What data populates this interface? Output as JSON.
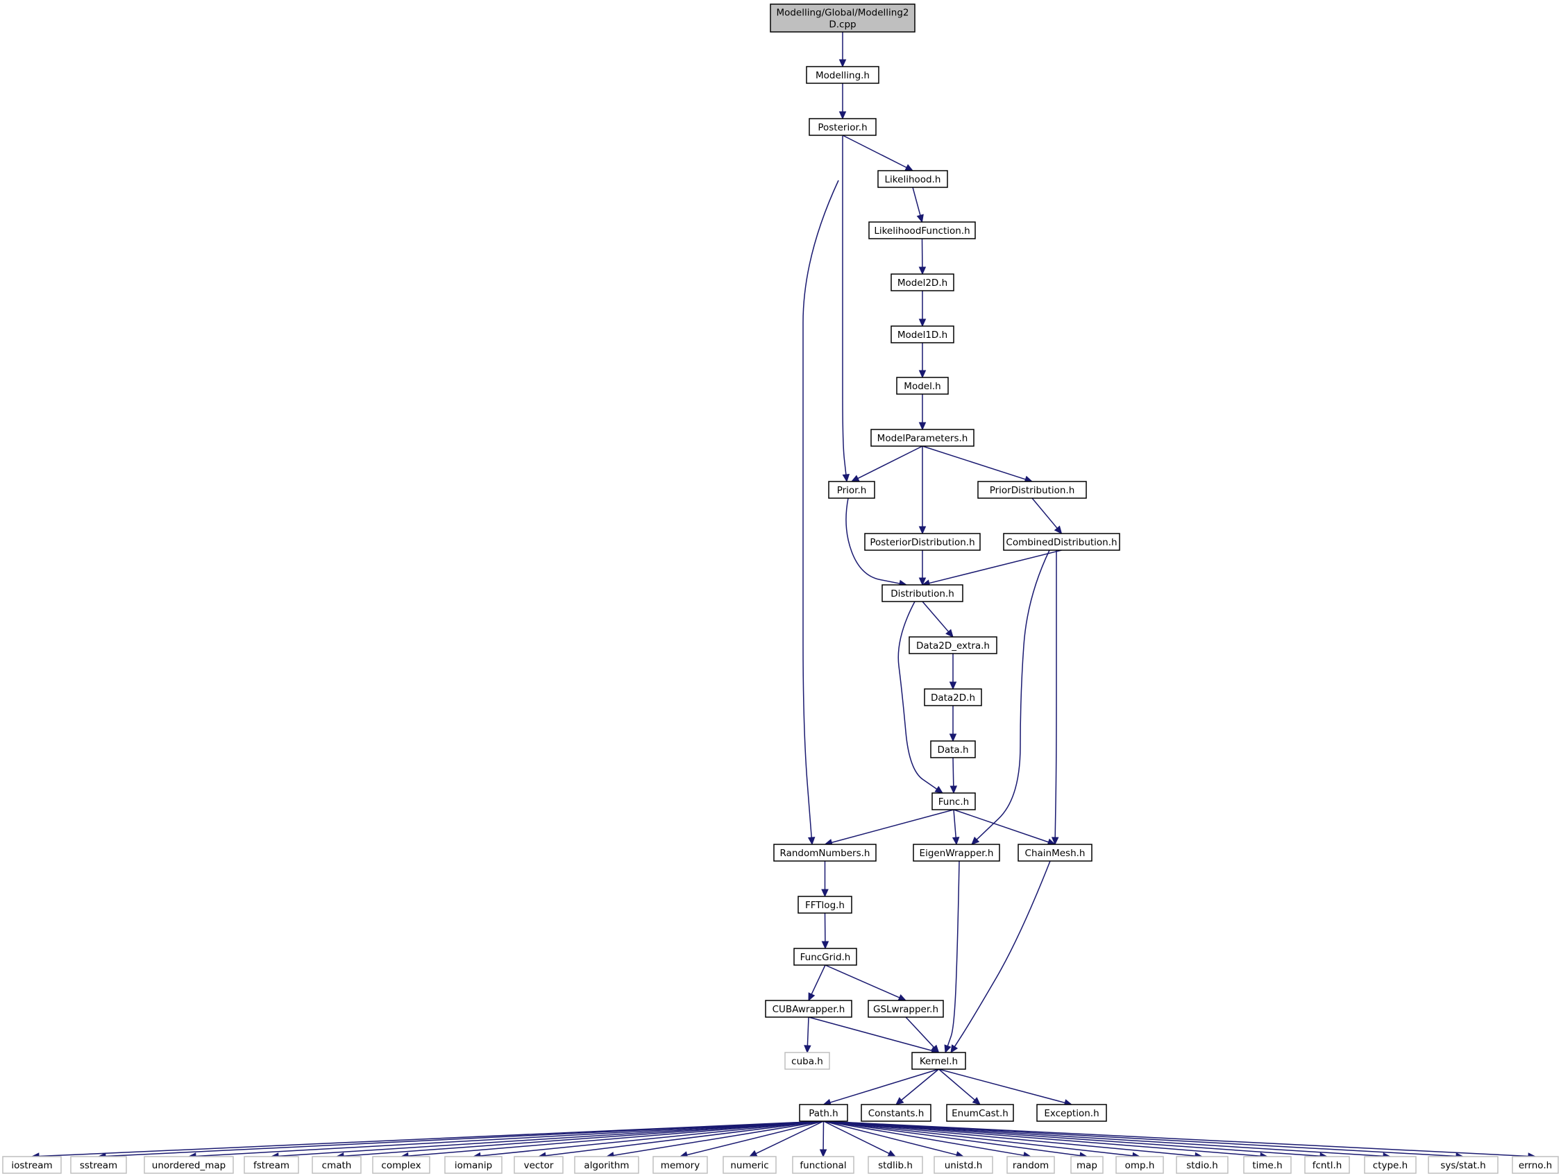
{
  "colors": {
    "edge": "#191970",
    "root_fill": "#bfbfbf",
    "node_border": "#000000",
    "external_border": "#bfbfbf",
    "background": "#ffffff"
  },
  "nodes": {
    "root": {
      "lines": [
        "Modelling/Global/Modelling2",
        "D.cpp"
      ],
      "kind": "root"
    },
    "modelling": {
      "lines": [
        "Modelling.h"
      ],
      "kind": "internal"
    },
    "posterior": {
      "lines": [
        "Posterior.h"
      ],
      "kind": "internal"
    },
    "likelihood": {
      "lines": [
        "Likelihood.h"
      ],
      "kind": "internal"
    },
    "likelihoodfunction": {
      "lines": [
        "LikelihoodFunction.h"
      ],
      "kind": "internal"
    },
    "model2d": {
      "lines": [
        "Model2D.h"
      ],
      "kind": "internal"
    },
    "model1d": {
      "lines": [
        "Model1D.h"
      ],
      "kind": "internal"
    },
    "model": {
      "lines": [
        "Model.h"
      ],
      "kind": "internal"
    },
    "modelparameters": {
      "lines": [
        "ModelParameters.h"
      ],
      "kind": "internal"
    },
    "prior": {
      "lines": [
        "Prior.h"
      ],
      "kind": "internal"
    },
    "priordistribution": {
      "lines": [
        "PriorDistribution.h"
      ],
      "kind": "internal"
    },
    "posteriordistribution": {
      "lines": [
        "PosteriorDistribution.h"
      ],
      "kind": "internal"
    },
    "combineddistribution": {
      "lines": [
        "CombinedDistribution.h"
      ],
      "kind": "internal"
    },
    "distribution": {
      "lines": [
        "Distribution.h"
      ],
      "kind": "internal"
    },
    "data2d_extra": {
      "lines": [
        "Data2D_extra.h"
      ],
      "kind": "internal"
    },
    "data2d": {
      "lines": [
        "Data2D.h"
      ],
      "kind": "internal"
    },
    "data": {
      "lines": [
        "Data.h"
      ],
      "kind": "internal"
    },
    "func": {
      "lines": [
        "Func.h"
      ],
      "kind": "internal"
    },
    "randomnumbers": {
      "lines": [
        "RandomNumbers.h"
      ],
      "kind": "internal"
    },
    "eigenwrapper": {
      "lines": [
        "EigenWrapper.h"
      ],
      "kind": "internal"
    },
    "chainmesh": {
      "lines": [
        "ChainMesh.h"
      ],
      "kind": "internal"
    },
    "fftlog": {
      "lines": [
        "FFTlog.h"
      ],
      "kind": "internal"
    },
    "funcgrid": {
      "lines": [
        "FuncGrid.h"
      ],
      "kind": "internal"
    },
    "cubawrapper": {
      "lines": [
        "CUBAwrapper.h"
      ],
      "kind": "internal"
    },
    "gslwrapper": {
      "lines": [
        "GSLwrapper.h"
      ],
      "kind": "internal"
    },
    "cuba": {
      "lines": [
        "cuba.h"
      ],
      "kind": "external"
    },
    "kernel": {
      "lines": [
        "Kernel.h"
      ],
      "kind": "internal"
    },
    "path": {
      "lines": [
        "Path.h"
      ],
      "kind": "internal"
    },
    "constants": {
      "lines": [
        "Constants.h"
      ],
      "kind": "internal"
    },
    "enumcast": {
      "lines": [
        "EnumCast.h"
      ],
      "kind": "internal"
    },
    "exception": {
      "lines": [
        "Exception.h"
      ],
      "kind": "internal"
    },
    "iostream": {
      "lines": [
        "iostream"
      ],
      "kind": "external"
    },
    "sstream": {
      "lines": [
        "sstream"
      ],
      "kind": "external"
    },
    "unordered_map": {
      "lines": [
        "unordered_map"
      ],
      "kind": "external"
    },
    "fstream": {
      "lines": [
        "fstream"
      ],
      "kind": "external"
    },
    "cmath": {
      "lines": [
        "cmath"
      ],
      "kind": "external"
    },
    "complex": {
      "lines": [
        "complex"
      ],
      "kind": "external"
    },
    "iomanip": {
      "lines": [
        "iomanip"
      ],
      "kind": "external"
    },
    "vector": {
      "lines": [
        "vector"
      ],
      "kind": "external"
    },
    "algorithm": {
      "lines": [
        "algorithm"
      ],
      "kind": "external"
    },
    "memory": {
      "lines": [
        "memory"
      ],
      "kind": "external"
    },
    "numeric": {
      "lines": [
        "numeric"
      ],
      "kind": "external"
    },
    "functional": {
      "lines": [
        "functional"
      ],
      "kind": "external"
    },
    "stdlib_h": {
      "lines": [
        "stdlib.h"
      ],
      "kind": "external"
    },
    "unistd_h": {
      "lines": [
        "unistd.h"
      ],
      "kind": "external"
    },
    "random": {
      "lines": [
        "random"
      ],
      "kind": "external"
    },
    "map": {
      "lines": [
        "map"
      ],
      "kind": "external"
    },
    "omp_h": {
      "lines": [
        "omp.h"
      ],
      "kind": "external"
    },
    "stdio_h": {
      "lines": [
        "stdio.h"
      ],
      "kind": "external"
    },
    "time_h": {
      "lines": [
        "time.h"
      ],
      "kind": "external"
    },
    "fcntl_h": {
      "lines": [
        "fcntl.h"
      ],
      "kind": "external"
    },
    "ctype_h": {
      "lines": [
        "ctype.h"
      ],
      "kind": "external"
    },
    "sys_stat_h": {
      "lines": [
        "sys/stat.h"
      ],
      "kind": "external"
    },
    "errno_h": {
      "lines": [
        "errno.h"
      ],
      "kind": "external"
    }
  },
  "edges": [
    [
      "root",
      "modelling"
    ],
    [
      "modelling",
      "posterior"
    ],
    [
      "posterior",
      "randomnumbers"
    ],
    [
      "posterior",
      "prior"
    ],
    [
      "posterior",
      "likelihood"
    ],
    [
      "likelihood",
      "likelihoodfunction"
    ],
    [
      "likelihoodfunction",
      "model2d"
    ],
    [
      "model2d",
      "model1d"
    ],
    [
      "model1d",
      "model"
    ],
    [
      "model",
      "modelparameters"
    ],
    [
      "modelparameters",
      "prior"
    ],
    [
      "modelparameters",
      "posteriordistribution"
    ],
    [
      "modelparameters",
      "priordistribution"
    ],
    [
      "prior",
      "distribution"
    ],
    [
      "priordistribution",
      "combineddistribution"
    ],
    [
      "posteriordistribution",
      "distribution"
    ],
    [
      "combineddistribution",
      "distribution"
    ],
    [
      "combineddistribution",
      "eigenwrapper"
    ],
    [
      "combineddistribution",
      "chainmesh"
    ],
    [
      "distribution",
      "func"
    ],
    [
      "distribution",
      "data2d_extra"
    ],
    [
      "data2d_extra",
      "data2d"
    ],
    [
      "data2d",
      "data"
    ],
    [
      "data",
      "func"
    ],
    [
      "func",
      "randomnumbers"
    ],
    [
      "func",
      "eigenwrapper"
    ],
    [
      "func",
      "chainmesh"
    ],
    [
      "randomnumbers",
      "fftlog"
    ],
    [
      "fftlog",
      "funcgrid"
    ],
    [
      "funcgrid",
      "cubawrapper"
    ],
    [
      "funcgrid",
      "gslwrapper"
    ],
    [
      "cubawrapper",
      "cuba"
    ],
    [
      "cubawrapper",
      "kernel"
    ],
    [
      "gslwrapper",
      "kernel"
    ],
    [
      "eigenwrapper",
      "kernel"
    ],
    [
      "chainmesh",
      "kernel"
    ],
    [
      "kernel",
      "path"
    ],
    [
      "kernel",
      "constants"
    ],
    [
      "kernel",
      "enumcast"
    ],
    [
      "kernel",
      "exception"
    ],
    [
      "path",
      "iostream"
    ],
    [
      "path",
      "sstream"
    ],
    [
      "path",
      "unordered_map"
    ],
    [
      "path",
      "fstream"
    ],
    [
      "path",
      "cmath"
    ],
    [
      "path",
      "complex"
    ],
    [
      "path",
      "iomanip"
    ],
    [
      "path",
      "vector"
    ],
    [
      "path",
      "algorithm"
    ],
    [
      "path",
      "memory"
    ],
    [
      "path",
      "numeric"
    ],
    [
      "path",
      "functional"
    ],
    [
      "path",
      "stdlib_h"
    ],
    [
      "path",
      "unistd_h"
    ],
    [
      "path",
      "random"
    ],
    [
      "path",
      "map"
    ],
    [
      "path",
      "omp_h"
    ],
    [
      "path",
      "stdio_h"
    ],
    [
      "path",
      "time_h"
    ],
    [
      "path",
      "fcntl_h"
    ],
    [
      "path",
      "ctype_h"
    ],
    [
      "path",
      "sys_stat_h"
    ],
    [
      "path",
      "errno_h"
    ]
  ]
}
